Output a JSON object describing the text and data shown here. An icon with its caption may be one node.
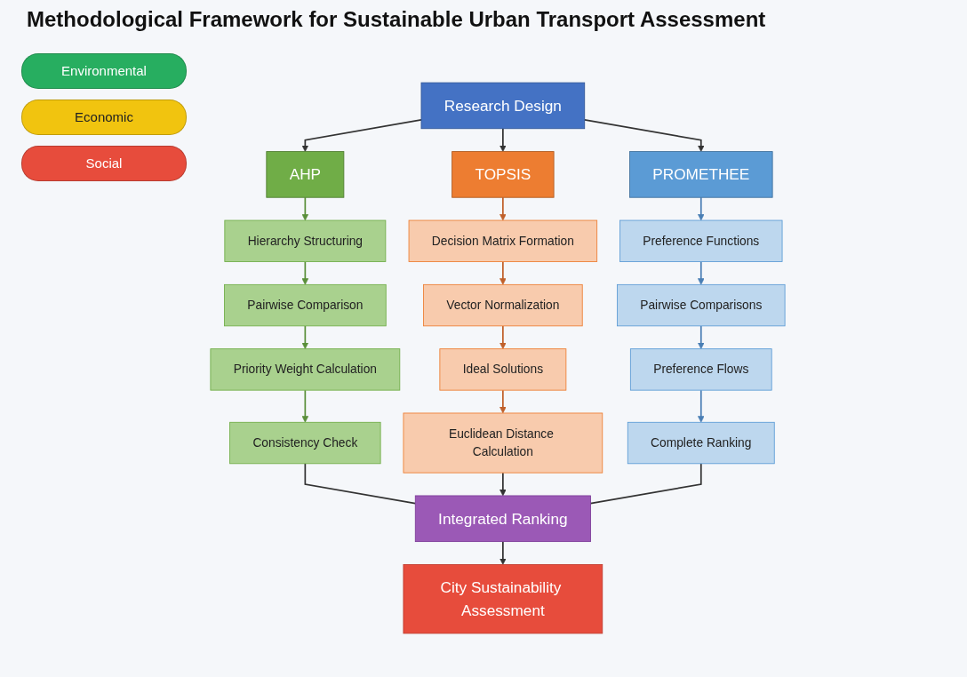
{
  "diagram": {
    "title": "Methodological Framework for Sustainable Urban Transport Assessment",
    "nodes": [
      {
        "text": [
          "Research Design"
        ]
      },
      {
        "text": [
          "AHP"
        ]
      },
      {
        "text": [
          "TOPSIS"
        ]
      },
      {
        "text": [
          "PROMETHEE"
        ]
      },
      {
        "text": [
          "Hierarchy Structuring"
        ]
      },
      {
        "text": [
          "Pairwise Comparison"
        ]
      },
      {
        "text": [
          "Priority Weight Calculation"
        ]
      },
      {
        "text": [
          "Consistency Check"
        ]
      },
      {
        "text": [
          "Decision Matrix Formation"
        ]
      },
      {
        "text": [
          "Vector Normalization"
        ]
      },
      {
        "text": [
          "Ideal Solutions"
        ]
      },
      {
        "text": [
          "Euclidean Distance Calculation"
        ]
      },
      {
        "text": [
          "Preference Functions"
        ]
      },
      {
        "text": [
          "Pairwise Comparisons"
        ]
      },
      {
        "text": [
          "Preference Flows"
        ]
      },
      {
        "text": [
          "Complete Ranking"
        ]
      },
      {
        "text": [
          "Integrated Ranking"
        ]
      },
      {
        "text": [
          "City Sustainability Assessment"
        ]
      }
    ],
    "edges": [
      {
        "from": 0,
        "to": 1,
        "arrow": "to"
      },
      {
        "from": 0,
        "to": 2,
        "arrow": "to"
      },
      {
        "from": 0,
        "to": 3,
        "arrow": "to"
      },
      {
        "from": 1,
        "to": 4,
        "arrow": "to",
        "color": "#5a8f3a"
      },
      {
        "from": 4,
        "to": 5,
        "arrow": "to",
        "color": "#5a8f3a"
      },
      {
        "from": 5,
        "to": 6,
        "arrow": "to",
        "color": "#5a8f3a"
      },
      {
        "from": 6,
        "to": 7,
        "arrow": "to",
        "color": "#5a8f3a"
      },
      {
        "from": 2,
        "to": 8,
        "arrow": "to",
        "color": "#c0602a"
      },
      {
        "from": 8,
        "to": 9,
        "arrow": "to",
        "color": "#c0602a"
      },
      {
        "from": 9,
        "to": 10,
        "arrow": "to",
        "color": "#c0602a"
      },
      {
        "from": 10,
        "to": 11,
        "arrow": "to",
        "color": "#c0602a"
      },
      {
        "from": 3,
        "to": 12,
        "arrow": "to",
        "color": "#4a7fb5"
      },
      {
        "from": 12,
        "to": 13,
        "arrow": "to",
        "color": "#4a7fb5"
      },
      {
        "from": 13,
        "to": 14,
        "arrow": "to",
        "color": "#4a7fb5"
      },
      {
        "from": 14,
        "to": 15,
        "arrow": "to",
        "color": "#4a7fb5"
      },
      {
        "from": 7,
        "to": 16,
        "arrow": "none"
      },
      {
        "from": 11,
        "to": 16,
        "arrow": "to"
      },
      {
        "from": 15,
        "to": 16,
        "arrow": "none"
      },
      {
        "from": 16,
        "to": 17,
        "arrow": "to"
      }
    ],
    "legend": [
      {
        "text": "Environmental",
        "color": "#27ae60"
      },
      {
        "text": "Economic",
        "color": "#f1c40f"
      },
      {
        "text": "Social",
        "color": "#e74c3c"
      }
    ]
  }
}
